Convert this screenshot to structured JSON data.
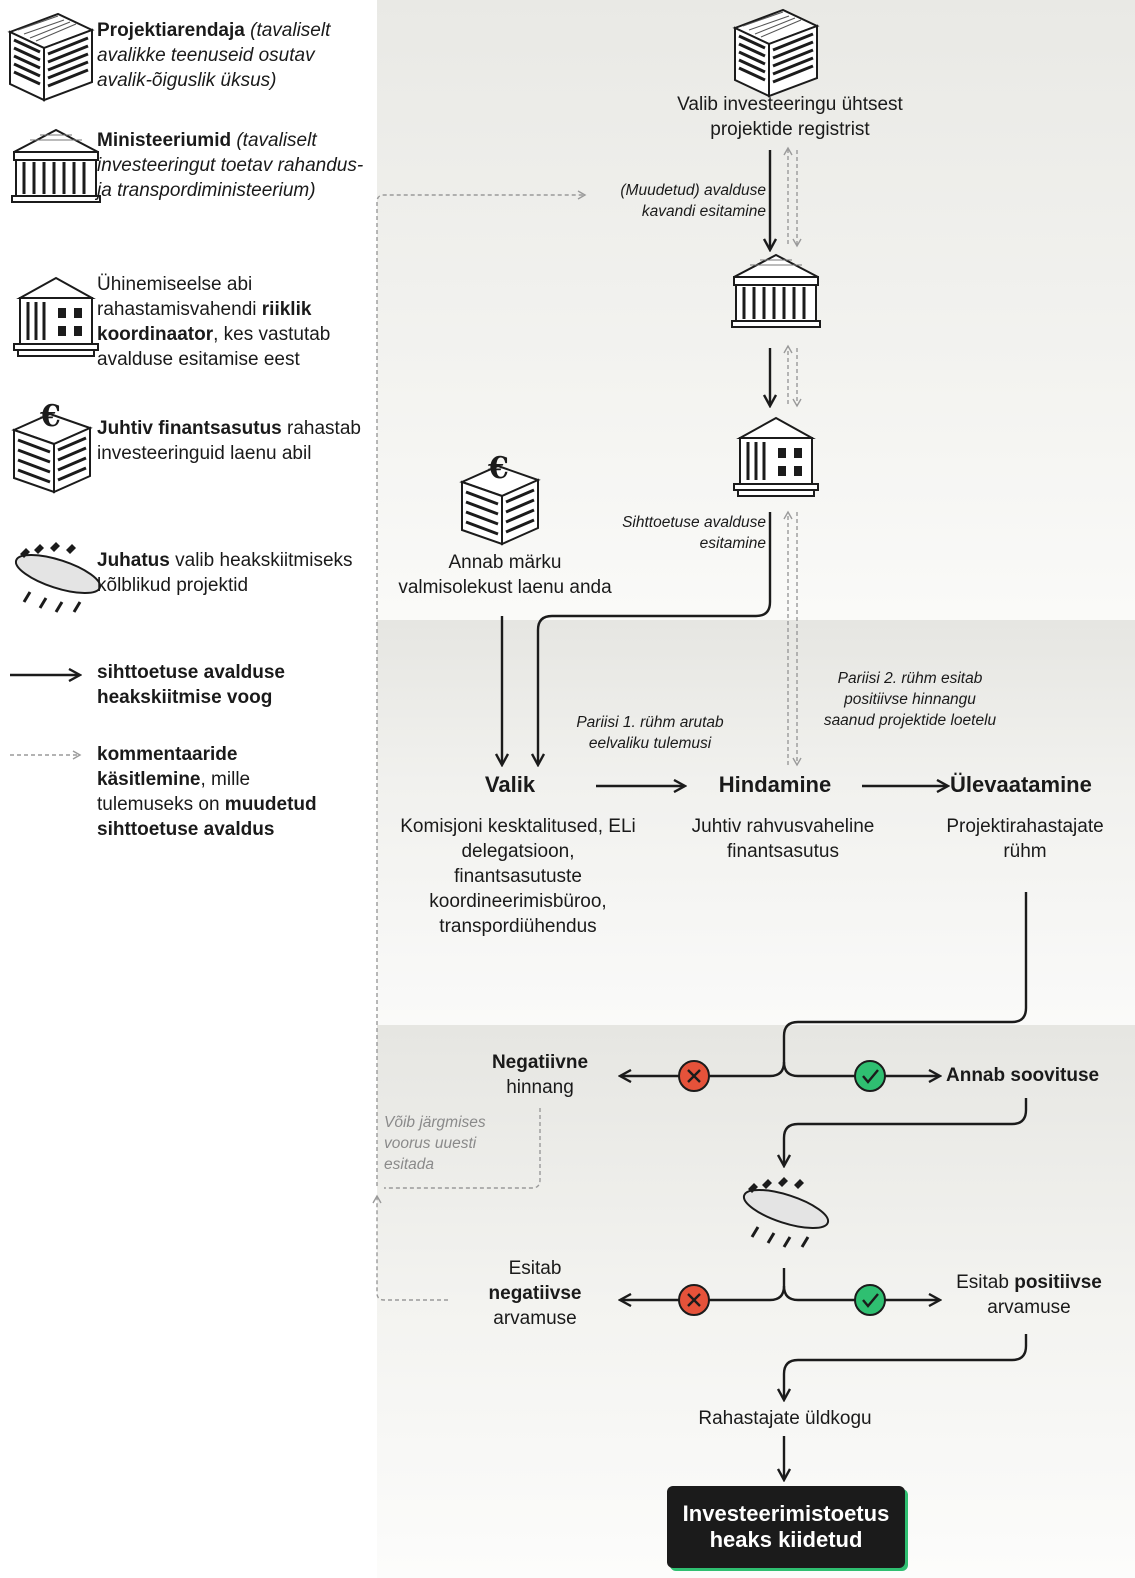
{
  "legend": {
    "developer": {
      "bold": "Projektiarendaja",
      "italic": "(tavaliselt avalikke teenuseid osutav avalik-õiguslik üksus)"
    },
    "ministries": {
      "bold": "Ministeeriumid",
      "italic": "(tavaliselt investeeringut toetav rahandus- ja transpordiministeerium)"
    },
    "coordinator": {
      "pre": "Ühinemiseelse abi rahastamisvahendi",
      "bold": "riiklik koordinaator",
      "post": ", kes vastutab avalduse esitamise eest"
    },
    "lead_fi": {
      "bold": "Juhtiv finantsasutus",
      "post": "rahastab investeeringuid laenu abil"
    },
    "board": {
      "bold": "Juhatus",
      "post": "valib heakskiitmiseks kõlblikud projektid"
    },
    "solid_flow": {
      "bold": "sihttoetuse avalduse heakskiitmise voog"
    },
    "dashed_flow": {
      "bold1": "kommentaaride käsitlemine",
      "mid": ", mille tulemuseks on",
      "bold2": "muudetud sihttoetuse avaldus"
    }
  },
  "flow": {
    "select_registry": "Valib investeeringu ühtsest projektide registrist",
    "draft_submission": "(Muudetud) avalduse kavandi esitamine",
    "grant_submission": "Sihttoetuse avalduse esitamine",
    "signals_readiness": "Annab märku valmisolekust laenu anda",
    "group1_note": "Pariisi 1. rühm arutab eelvaliku tulemusi",
    "group2_note": "Pariisi 2. rühm esitab positiivse hinnangu saanud projektide loetelu",
    "stage_selection": "Valik",
    "stage_evaluation": "Hindamine",
    "stage_review": "Ülevaatamine",
    "selection_actors": "Komisjoni kesktalitused, ELi delegatsioon, finantsasutuste koordineerimisbüroo, transpordiühendus",
    "evaluation_actor": "Juhtiv rahvusvaheline finantsasutus",
    "review_actor": "Projektirahastajate rühm",
    "negative_bold": "Negatiivne",
    "negative_rest": "hinnang",
    "recommends": "Annab soovituse",
    "resubmit_note": "Võib järgmises voorus uuesti esitada",
    "neg_opinion_1": "Esitab",
    "neg_opinion_bold": "negatiivse",
    "neg_opinion_2": "arvamuse",
    "pos_opinion_1": "Esitab",
    "pos_opinion_bold": "positiivse",
    "pos_opinion_2": "arvamuse",
    "general_assembly": "Rahastajate üldkogu",
    "final_line1": "Investeerimistoetus",
    "final_line2": "heaks kiidetud"
  },
  "colors": {
    "reject": "#e5523a",
    "approve": "#2fbf71",
    "dark": "#1b1b1b",
    "dashed": "#9a9a9a"
  }
}
